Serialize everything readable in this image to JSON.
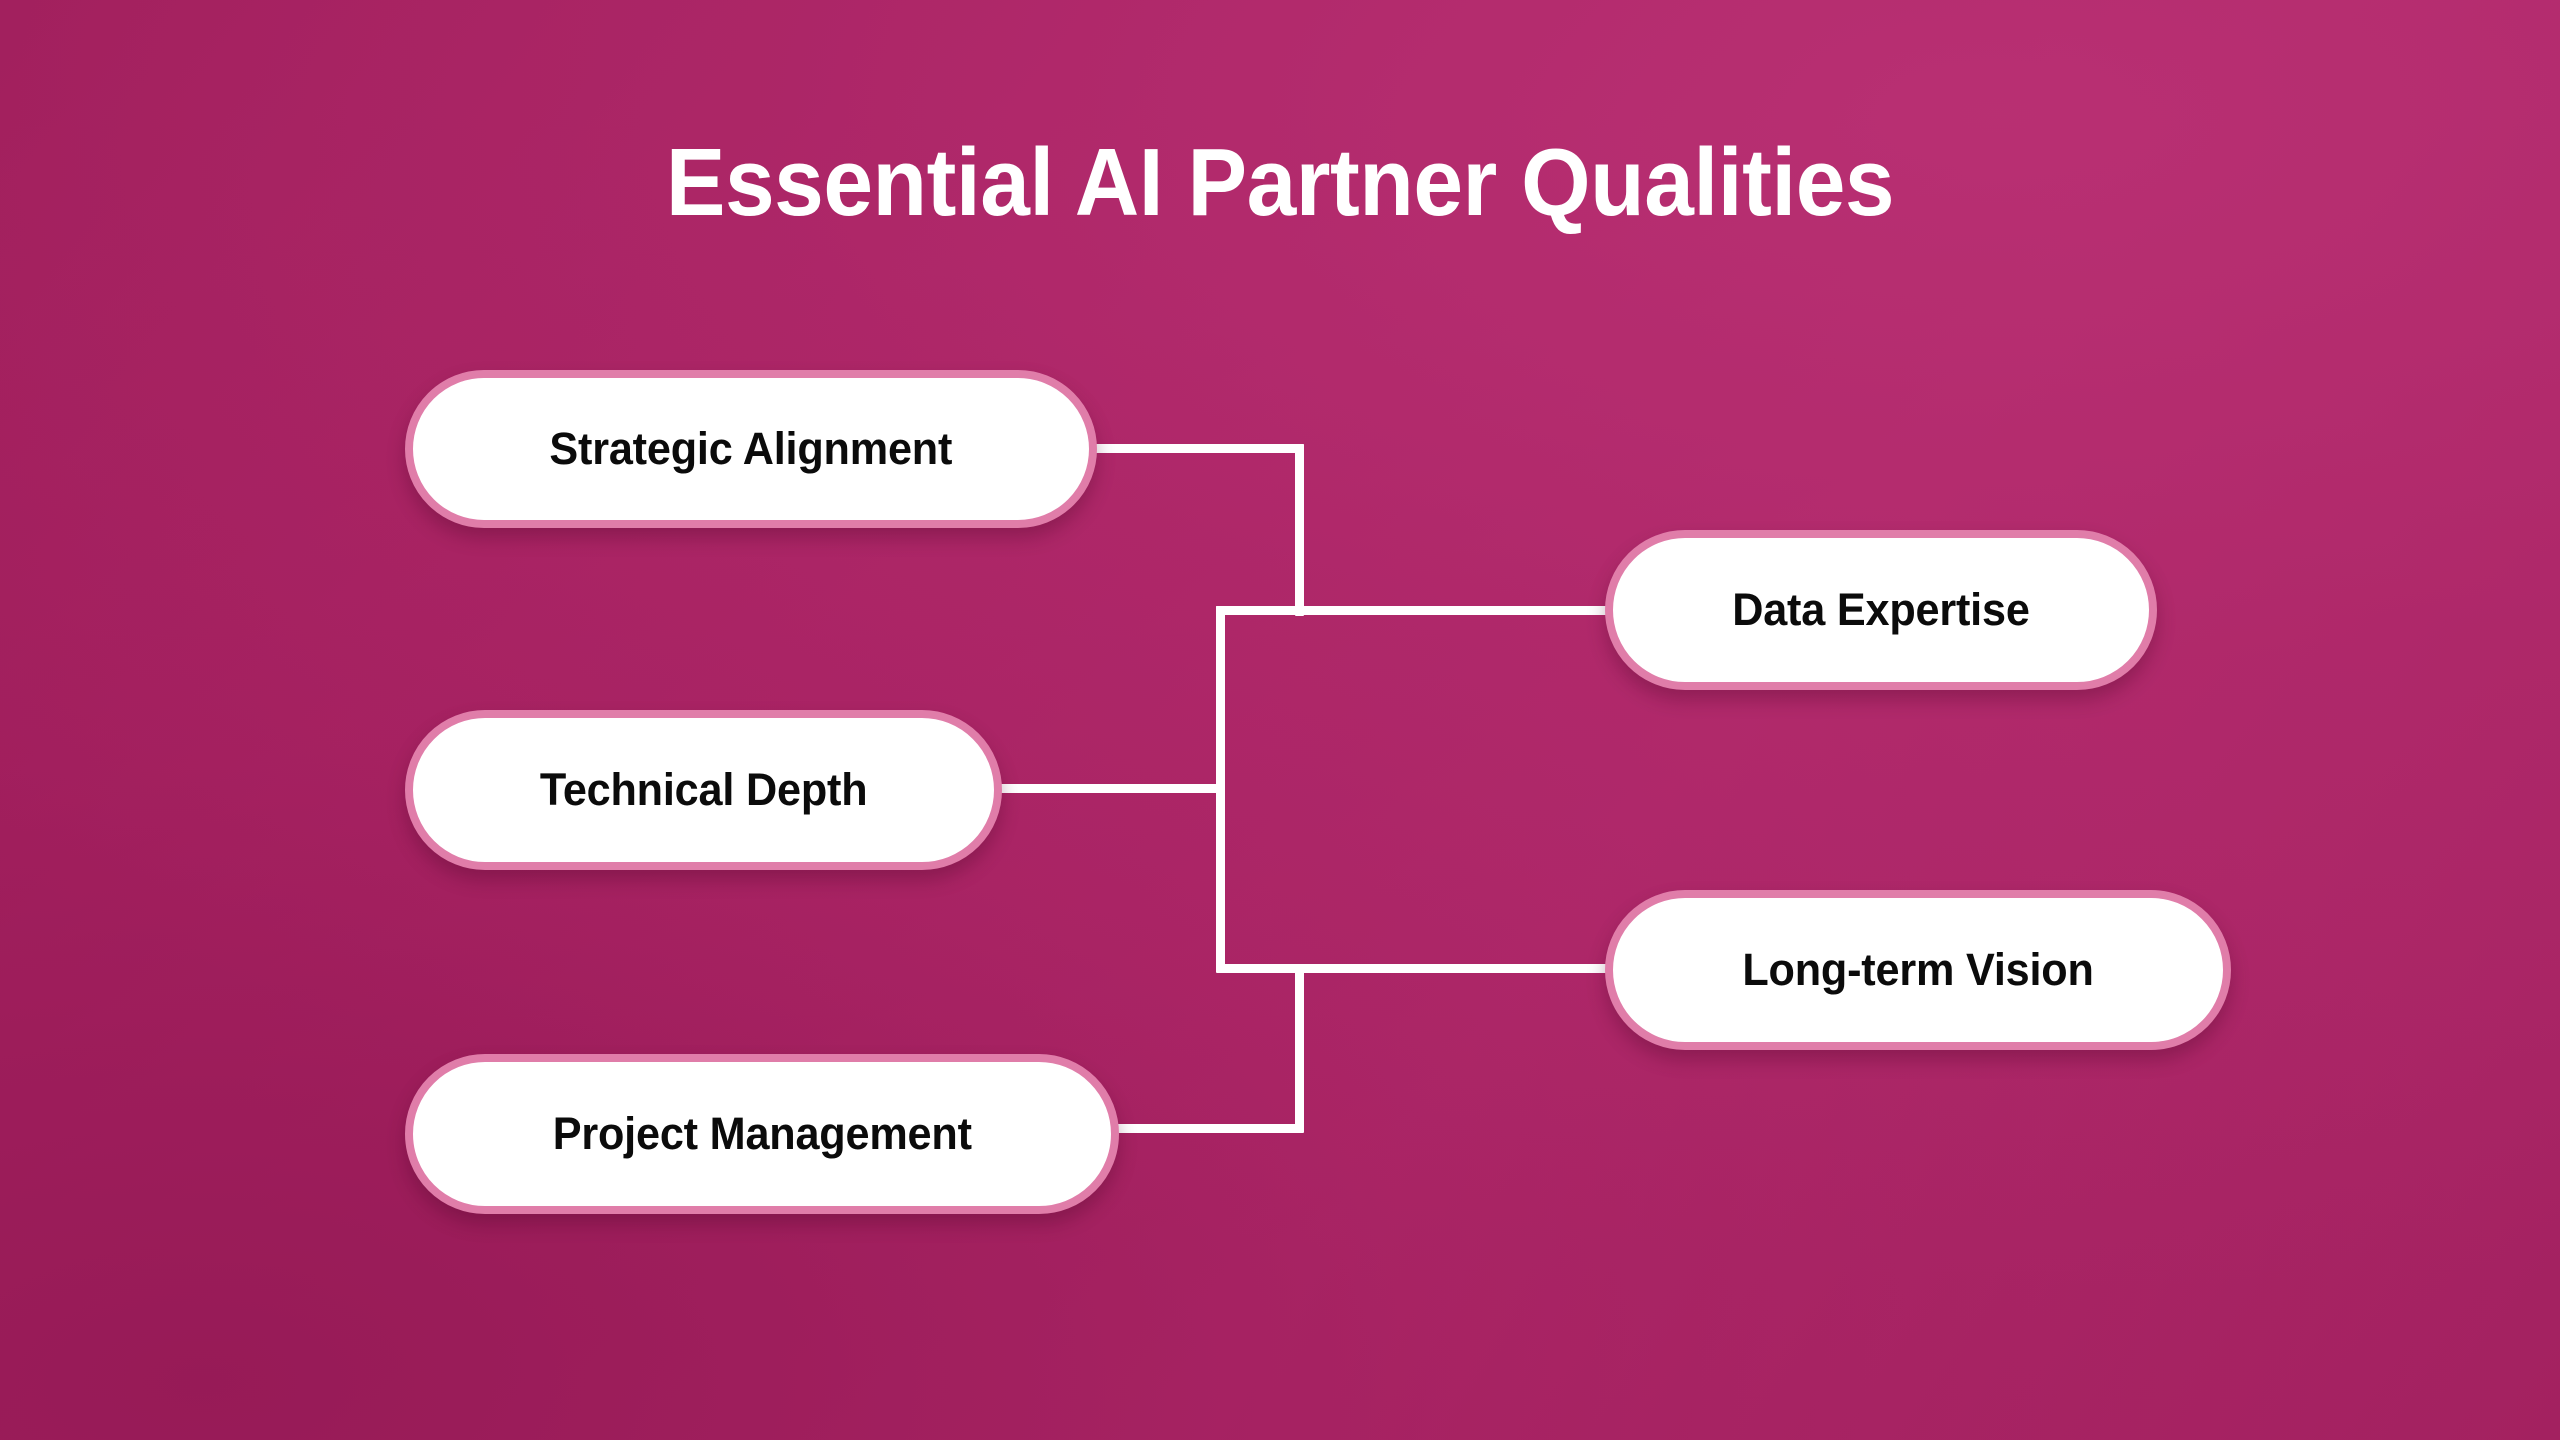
{
  "page": {
    "title": "Essential AI Partner Qualities",
    "background_color": "#a5215f",
    "line_color": "#ffffff",
    "node_fill": "#ffffff",
    "node_border_color": "#e07da9",
    "node_text_color": "#0b0b0b",
    "title_color": "#ffffff"
  },
  "diagram": {
    "type": "bracket-mindmap",
    "left_nodes": [
      {
        "id": "strategic-alignment",
        "label": "Strategic Alignment"
      },
      {
        "id": "technical-depth",
        "label": "Technical Depth"
      },
      {
        "id": "project-management",
        "label": "Project Management"
      }
    ],
    "right_nodes": [
      {
        "id": "data-expertise",
        "label": "Data Expertise"
      },
      {
        "id": "long-term-vision",
        "label": "Long-term Vision"
      }
    ],
    "connector_count": 8
  }
}
